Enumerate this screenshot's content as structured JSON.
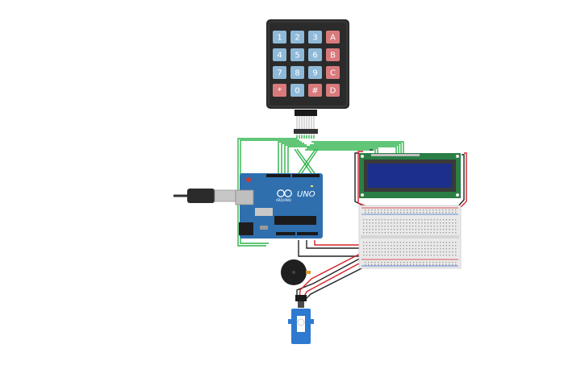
{
  "keypad": {
    "keys": [
      [
        "1",
        "2",
        "3",
        "A"
      ],
      [
        "4",
        "5",
        "6",
        "B"
      ],
      [
        "7",
        "8",
        "9",
        "C"
      ],
      [
        "*",
        "0",
        "#",
        "D"
      ]
    ],
    "num_color": "#8fb9d8",
    "letter_color": "#d87a7c",
    "body_color": "#2b2b2b"
  },
  "arduino": {
    "board_label": "UNO",
    "brand_label": "ARDUINO",
    "board_color": "#2f6fae"
  },
  "lcd": {
    "screen_color": "#1c2f8a",
    "pcb_color": "#2a7e45"
  },
  "wires": {
    "green": "#2db34a",
    "red": "#d3232a",
    "black": "#222222"
  }
}
